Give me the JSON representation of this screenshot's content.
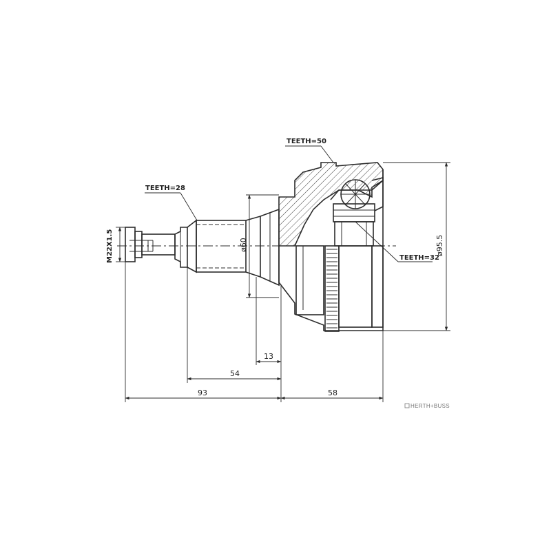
{
  "labels": {
    "teeth_top": "TEETH=50",
    "teeth_shaft": "TEETH=28",
    "teeth_inner": "TEETH=32",
    "thread": "M22X1.5",
    "diameter_shaft": "ø60",
    "diameter_housing": "ø95.5"
  },
  "dimensions": {
    "d13": "13",
    "d54": "54",
    "d93": "93",
    "d58": "58"
  },
  "brand": {
    "name": "HERTH+BUSS"
  }
}
